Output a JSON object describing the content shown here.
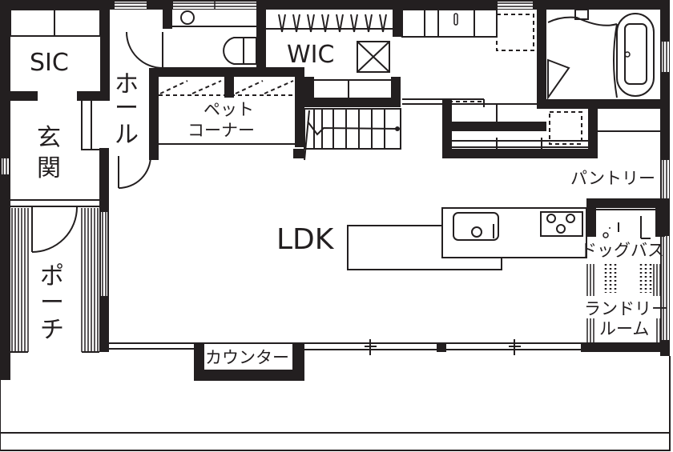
{
  "diagram": {
    "type": "floor_plan",
    "colors": {
      "ink": "#231f20",
      "background": "#ffffff"
    },
    "rooms": [
      {
        "id": "sic",
        "label": "SIC"
      },
      {
        "id": "genkan",
        "label_lines": [
          "玄",
          "関"
        ]
      },
      {
        "id": "hall",
        "label_lines": [
          "ホ",
          "ー",
          "ル"
        ]
      },
      {
        "id": "pet-corner",
        "label_lines": [
          "ペット",
          "コーナー"
        ]
      },
      {
        "id": "wic",
        "label": "WIC"
      },
      {
        "id": "ldk",
        "label": "LDK"
      },
      {
        "id": "pantry",
        "label": "パントリー"
      },
      {
        "id": "dog-bath",
        "label": "ドッグバス"
      },
      {
        "id": "laundry-room",
        "label_lines": [
          "ランドリー",
          "ルーム"
        ]
      },
      {
        "id": "porch",
        "label_lines": [
          "ポ",
          "ー",
          "チ"
        ]
      },
      {
        "id": "counter",
        "label": "カウンター"
      }
    ],
    "fixtures": [
      "toilet",
      "wash-basin",
      "bathtub",
      "kitchen-sink",
      "stove-3-burner",
      "staircase",
      "washer-space",
      "fridge-space",
      "attic-hatch"
    ]
  }
}
